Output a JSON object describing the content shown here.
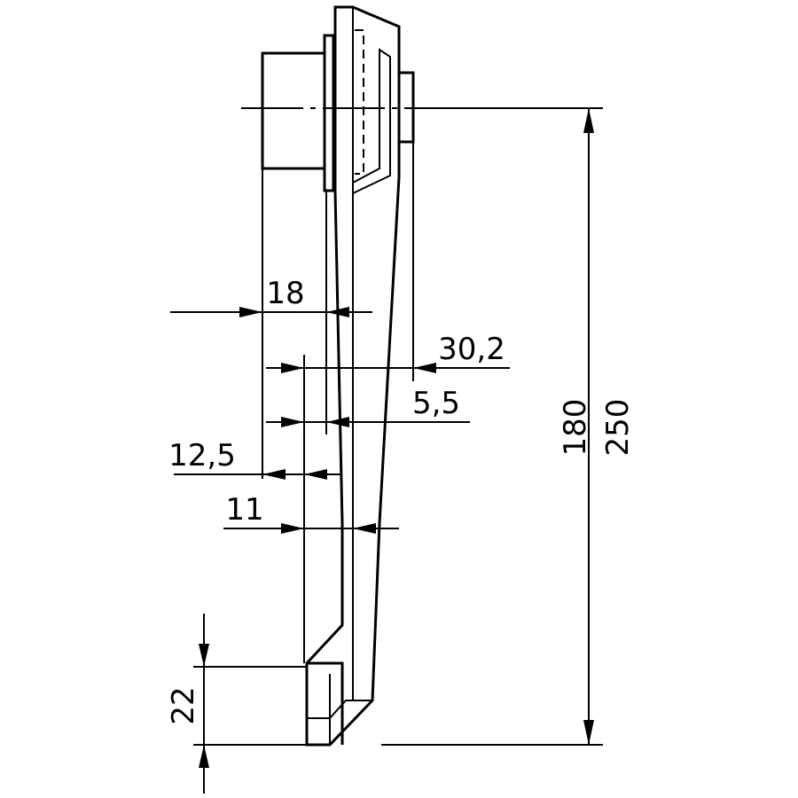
{
  "dimensions": {
    "d18": "18",
    "d30_2": "30,2",
    "d5_5": "5,5",
    "d12_5": "12,5",
    "d11": "11",
    "d22": "22",
    "d180": "180",
    "d250": "250"
  }
}
